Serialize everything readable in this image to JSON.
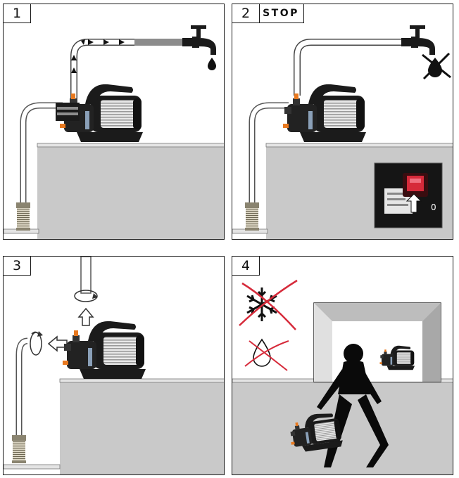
{
  "steps": [
    {
      "number": "1"
    },
    {
      "number": "2",
      "caption": "STOP"
    },
    {
      "number": "3"
    },
    {
      "number": "4"
    }
  ],
  "switch": {
    "position_label": "0"
  },
  "colors": {
    "wall": "#c9c9c9",
    "pump_body": "#1b1b1b",
    "accent_orange": "#e8791f",
    "warning_red": "#d62a3a"
  }
}
